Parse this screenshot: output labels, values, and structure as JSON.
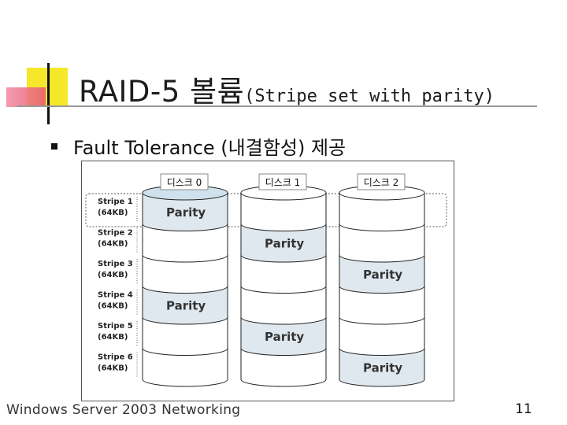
{
  "slide": {
    "title_main": "RAID-5 볼륨",
    "title_sub": "(Stripe set with parity)",
    "bullet": "Fault Tolerance (내결함성) 제공",
    "footer": "Windows  Server 2003 Networking",
    "page_number": "11"
  },
  "diagram": {
    "disks": [
      "디스크 0",
      "디스크 1",
      "디스크 2"
    ],
    "stripes": [
      {
        "name": "Stripe 1",
        "size": "(64KB)",
        "parity_disk": 0
      },
      {
        "name": "Stripe 2",
        "size": "(64KB)",
        "parity_disk": 1
      },
      {
        "name": "Stripe 3",
        "size": "(64KB)",
        "parity_disk": 2
      },
      {
        "name": "Stripe 4",
        "size": "(64KB)",
        "parity_disk": 0
      },
      {
        "name": "Stripe 5",
        "size": "(64KB)",
        "parity_disk": 1
      },
      {
        "name": "Stripe 6",
        "size": "(64KB)",
        "parity_disk": 2
      }
    ],
    "parity_label": "Parity",
    "colors": {
      "parity": "#dfe8ee",
      "disk_top_highlight": "#cfe1ec",
      "outline": "#222222"
    }
  }
}
